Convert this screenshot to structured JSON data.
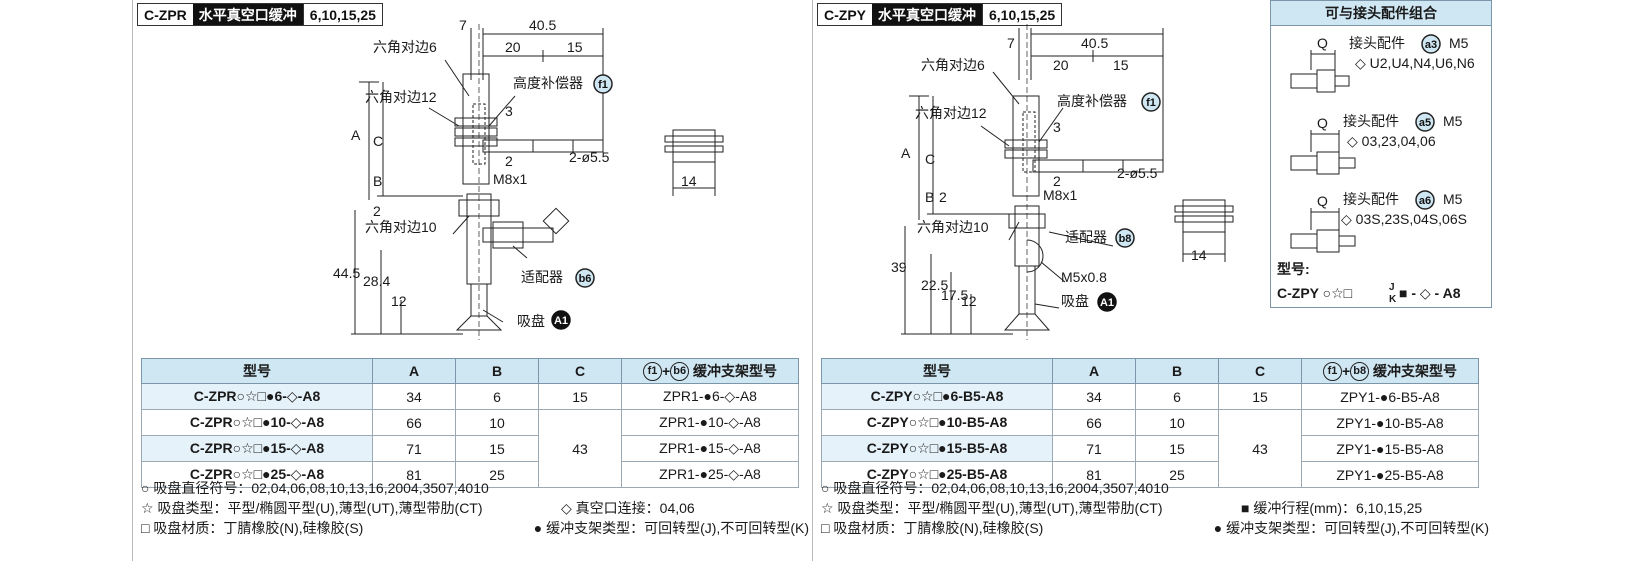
{
  "left": {
    "header": {
      "code": "C-ZPR",
      "name": "水平真空口缓冲",
      "strokes": "6,10,15,25"
    },
    "dims": {
      "d7": "7",
      "d40_5": "40.5",
      "d20": "20",
      "d15": "15",
      "d3": "3",
      "d2a": "2",
      "hole": "2-ø5.5",
      "thread": "M8x1",
      "A": "A",
      "B": "B",
      "C": "C",
      "d2b": "2",
      "d44_5": "44.5",
      "d28_4": "28.4",
      "d12": "12",
      "w14": "14"
    },
    "labels": {
      "hex6": "六角对边6",
      "hex12": "六角对边12",
      "comp": "高度补偿器",
      "f1": "f1",
      "hex10": "六角对边10",
      "adapter": "适配器",
      "b6": "b6",
      "pad": "吸盘",
      "A1": "A1",
      "diamond": "◇"
    },
    "table": {
      "headers": [
        "型号",
        "A",
        "B",
        "C",
        "缓冲支架型号"
      ],
      "header_badges": [
        "f1",
        "b6"
      ],
      "rows": [
        {
          "model": "C-ZPR○☆□●6-◇-A8",
          "A": "34",
          "B": "6",
          "C": "15",
          "holder": "ZPR1-●6-◇-A8"
        },
        {
          "model": "C-ZPR○☆□●10-◇-A8",
          "A": "66",
          "B": "10",
          "C": "43",
          "holder": "ZPR1-●10-◇-A8"
        },
        {
          "model": "C-ZPR○☆□●15-◇-A8",
          "A": "71",
          "B": "15",
          "C": "",
          "holder": "ZPR1-●15-◇-A8"
        },
        {
          "model": "C-ZPR○☆□●25-◇-A8",
          "A": "81",
          "B": "25",
          "C": "",
          "holder": "ZPR1-●25-◇-A8"
        }
      ]
    },
    "notes": [
      [
        "○ 吸盘直径符号：02,04,06,08,10,13,16,2004,3507,4010",
        ""
      ],
      [
        "☆ 吸盘类型：平型/椭圆平型(U),薄型(UT),薄型带肋(CT)",
        "◇ 真空口连接：04,06"
      ],
      [
        "□ 吸盘材质：丁腈橡胶(N),硅橡胶(S)",
        "● 缓冲支架类型：可回转型(J),不可回转型(K)"
      ]
    ]
  },
  "right": {
    "header": {
      "code": "C-ZPY",
      "name": "水平真空口缓冲",
      "strokes": "6,10,15,25"
    },
    "dims": {
      "d7": "7",
      "d40_5": "40.5",
      "d20": "20",
      "d15": "15",
      "d3": "3",
      "d2a": "2",
      "hole": "2-ø5.5",
      "thread": "M8x1",
      "A": "A",
      "B": "B",
      "C": "C",
      "d2b": "2",
      "d39": "39",
      "d22_5": "22.5",
      "d17_5": "17.5",
      "d12": "12",
      "w14": "14",
      "m5": "M5x0.8"
    },
    "labels": {
      "hex6": "六角对边6",
      "hex12": "六角对边12",
      "comp": "高度补偿器",
      "f1": "f1",
      "hex10": "六角对边10",
      "adapter": "适配器",
      "b8": "b8",
      "pad": "吸盘",
      "A1": "A1"
    },
    "table": {
      "headers": [
        "型号",
        "A",
        "B",
        "C",
        "缓冲支架型号"
      ],
      "header_badges": [
        "f1",
        "b8"
      ],
      "rows": [
        {
          "model": "C-ZPY○☆□●6-B5-A8",
          "A": "34",
          "B": "6",
          "C": "15",
          "holder": "ZPY1-●6-B5-A8"
        },
        {
          "model": "C-ZPY○☆□●10-B5-A8",
          "A": "66",
          "B": "10",
          "C": "43",
          "holder": "ZPY1-●10-B5-A8"
        },
        {
          "model": "C-ZPY○☆□●15-B5-A8",
          "A": "71",
          "B": "15",
          "C": "",
          "holder": "ZPY1-●15-B5-A8"
        },
        {
          "model": "C-ZPY○☆□●25-B5-A8",
          "A": "81",
          "B": "25",
          "C": "",
          "holder": "ZPY1-●25-B5-A8"
        }
      ]
    },
    "notes": [
      [
        "○ 吸盘直径符号：02,04,06,08,10,13,16,2004,3507,4010",
        ""
      ],
      [
        "☆ 吸盘类型：平型/椭圆平型(U),薄型(UT),薄型带肋(CT)",
        "■ 缓冲行程(mm)：6,10,15,25"
      ],
      [
        "□ 吸盘材质：丁腈橡胶(N),硅橡胶(S)",
        "● 缓冲支架类型：可回转型(J),不可回转型(K)"
      ]
    ]
  },
  "combo": {
    "title": "可与接头配件组合",
    "items": [
      {
        "q": "Q",
        "label": "接头配件",
        "badge": "a3",
        "thread": "M5",
        "options": "◇ U2,U4,N4,U6,N6"
      },
      {
        "q": "Q",
        "label": "接头配件",
        "badge": "a5",
        "thread": "M5",
        "options": "◇ 03,23,04,06"
      },
      {
        "q": "Q",
        "label": "接头配件",
        "badge": "a6",
        "thread": "M5",
        "options": "◇ 03S,23S,04S,06S"
      }
    ],
    "model_label": "型号:",
    "model_prefix": "C-ZPY ○☆□",
    "model_j": "J",
    "model_k": "K",
    "model_suffix": "■ - ◇ - A8"
  }
}
